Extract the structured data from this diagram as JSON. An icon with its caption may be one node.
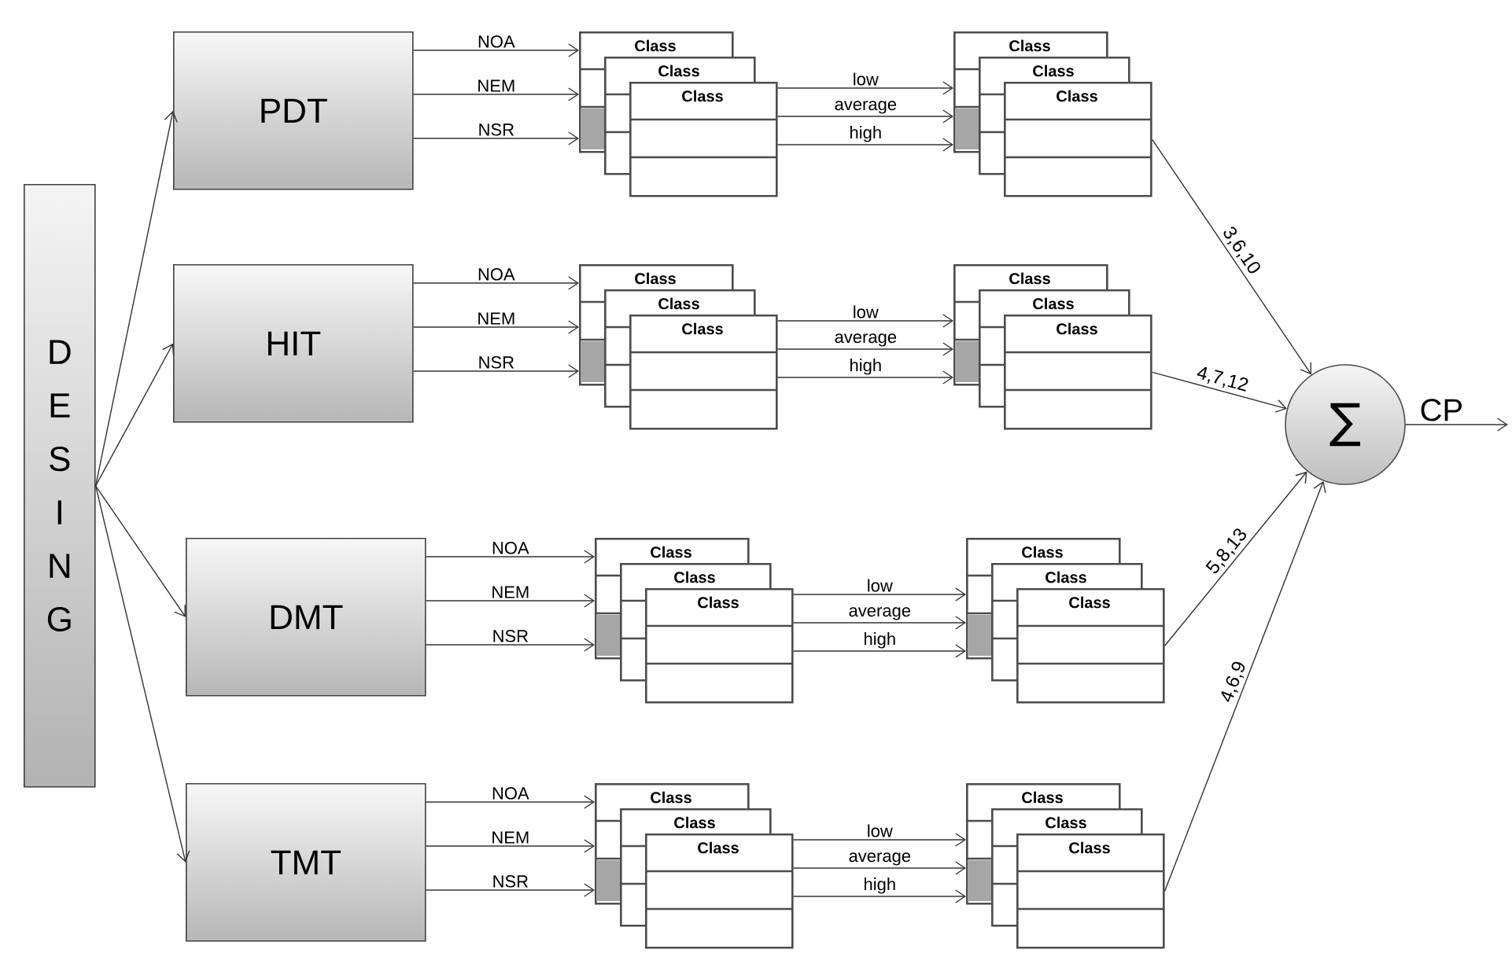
{
  "diagram": {
    "nodes": [
      {
        "text": [
          "DESING"
        ]
      },
      {
        "text": [
          "PDT"
        ]
      },
      {
        "text": [
          "HIT"
        ]
      },
      {
        "text": [
          "DMT"
        ]
      },
      {
        "text": [
          "TMT"
        ]
      },
      {
        "text": [
          "Class"
        ]
      },
      {
        "text": [
          "Class"
        ]
      },
      {
        "text": [
          "Class"
        ]
      },
      {
        "text": [
          "Class"
        ]
      },
      {
        "text": [
          "Class"
        ]
      },
      {
        "text": [
          "Class"
        ]
      },
      {
        "text": [
          "Class"
        ]
      },
      {
        "text": [
          "Class"
        ]
      },
      {
        "text": [
          "Class"
        ]
      },
      {
        "text": [
          "Class"
        ]
      },
      {
        "text": [
          "Class"
        ]
      },
      {
        "text": [
          "Class"
        ]
      },
      {
        "text": [
          "Class"
        ]
      },
      {
        "text": [
          "Class"
        ]
      },
      {
        "text": [
          "Class"
        ]
      },
      {
        "text": [
          "Class"
        ]
      },
      {
        "text": [
          "Class"
        ]
      },
      {
        "text": [
          "Class"
        ]
      },
      {
        "text": [
          "Class"
        ]
      },
      {
        "text": [
          "Class"
        ]
      },
      {
        "text": [
          "Class"
        ]
      },
      {
        "text": [
          "Class"
        ]
      },
      {
        "text": [
          "Class"
        ]
      },
      {
        "text": [
          "Class"
        ]
      },
      {
        "text": [
          "∑"
        ]
      }
    ],
    "edges": [
      {
        "from": 0,
        "to": 1,
        "arrow": "to"
      },
      {
        "from": 0,
        "to": 2,
        "arrow": "to"
      },
      {
        "from": 0,
        "to": 3,
        "arrow": "to"
      },
      {
        "from": 0,
        "to": 4,
        "arrow": "to"
      },
      {
        "from": 1,
        "to": 5,
        "label": "NOA",
        "arrow": "to"
      },
      {
        "from": 1,
        "to": 5,
        "label": "NEM",
        "arrow": "to"
      },
      {
        "from": 1,
        "to": 5,
        "label": "NSR",
        "arrow": "to"
      },
      {
        "from": 7,
        "to": 8,
        "label": "low",
        "arrow": "to"
      },
      {
        "from": 7,
        "to": 8,
        "label": "average",
        "arrow": "to"
      },
      {
        "from": 7,
        "to": 8,
        "label": "high",
        "arrow": "to"
      },
      {
        "from": 10,
        "to": 29,
        "label": "3,6,10",
        "arrow": "to"
      },
      {
        "from": 2,
        "to": 11,
        "label": "NOA",
        "arrow": "to"
      },
      {
        "from": 2,
        "to": 11,
        "label": "NEM",
        "arrow": "to"
      },
      {
        "from": 2,
        "to": 11,
        "label": "NSR",
        "arrow": "to"
      },
      {
        "from": 13,
        "to": 14,
        "label": "low",
        "arrow": "to"
      },
      {
        "from": 13,
        "to": 14,
        "label": "average",
        "arrow": "to"
      },
      {
        "from": 13,
        "to": 14,
        "label": "high",
        "arrow": "to"
      },
      {
        "from": 16,
        "to": 29,
        "label": "4,7,12",
        "arrow": "to"
      },
      {
        "from": 3,
        "to": 17,
        "label": "NOA",
        "arrow": "to"
      },
      {
        "from": 3,
        "to": 17,
        "label": "NEM",
        "arrow": "to"
      },
      {
        "from": 3,
        "to": 17,
        "label": "NSR",
        "arrow": "to"
      },
      {
        "from": 19,
        "to": 20,
        "label": "low",
        "arrow": "to"
      },
      {
        "from": 19,
        "to": 20,
        "label": "average",
        "arrow": "to"
      },
      {
        "from": 19,
        "to": 20,
        "label": "high",
        "arrow": "to"
      },
      {
        "from": 22,
        "to": 29,
        "label": "5,8,13",
        "arrow": "to"
      },
      {
        "from": 4,
        "to": 23,
        "label": "NOA",
        "arrow": "to"
      },
      {
        "from": 4,
        "to": 23,
        "label": "NEM",
        "arrow": "to"
      },
      {
        "from": 4,
        "to": 23,
        "label": "NSR",
        "arrow": "to"
      },
      {
        "from": 25,
        "to": 26,
        "label": "low",
        "arrow": "to"
      },
      {
        "from": 25,
        "to": 26,
        "label": "average",
        "arrow": "to"
      },
      {
        "from": 25,
        "to": 26,
        "label": "high",
        "arrow": "to"
      },
      {
        "from": 28,
        "to": 29,
        "label": "4,6,9",
        "arrow": "to"
      },
      {
        "from": 29,
        "to": null,
        "label": "CP",
        "arrow": "to"
      }
    ]
  }
}
